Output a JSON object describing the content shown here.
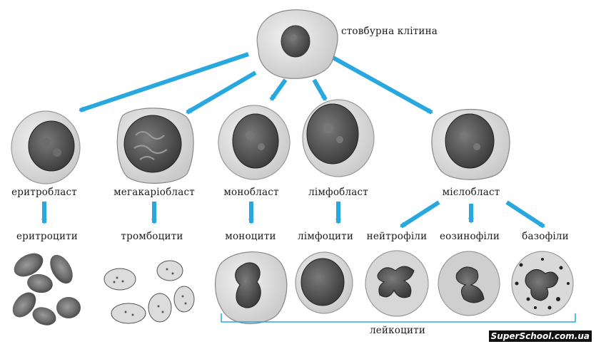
{
  "labels": {
    "stem": "стовбурна клітина",
    "erythroblast": "еритробласт",
    "megakaryoblast": "мегакаріобласт",
    "monoblast": "монобласт",
    "lymphoblast": "лімфобласт",
    "myeloblast": "мієлобласт",
    "erythrocytes": "еритроцити",
    "thrombocytes": "тромбоцити",
    "monocytes": "моноцити",
    "lymphocytes": "лімфоцити",
    "neutrophils": "нейтрофіли",
    "eosinophils": "еозинофіли",
    "basophils": "базофіли",
    "leukocytes": "лейкоцити"
  },
  "watermark": "SuperSchool.com.ua",
  "colors": {
    "arrow": "#29a8e0",
    "bracket": "#29a8e0",
    "cell_fill": "#e6e6e6",
    "nucleus": "#4a4a4a"
  }
}
